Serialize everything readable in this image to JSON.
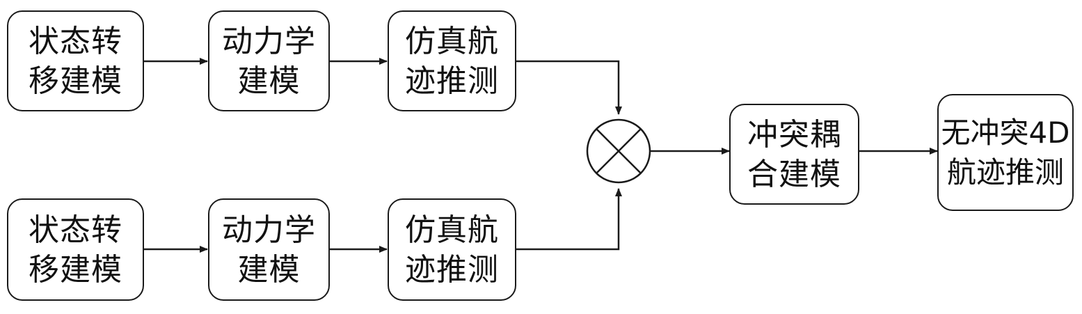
{
  "boxes": {
    "top_state": "状态转\n移建模",
    "top_dynamics": "动力学\n建模",
    "top_sim": "仿真航\n迹推测",
    "bottom_state": "状态转\n移建模",
    "bottom_dynamics": "动力学\n建模",
    "bottom_sim": "仿真航\n迹推测",
    "conflict_coupling": "冲突耦\n合建模",
    "output": "无冲突4D\n航迹推测"
  },
  "colors": {
    "stroke": "#1a1a1a",
    "text": "#111111",
    "background": "#ffffff"
  },
  "icons": {
    "combiner": "circled-x-multiplication-icon",
    "arrowhead": "arrowhead-icon"
  }
}
